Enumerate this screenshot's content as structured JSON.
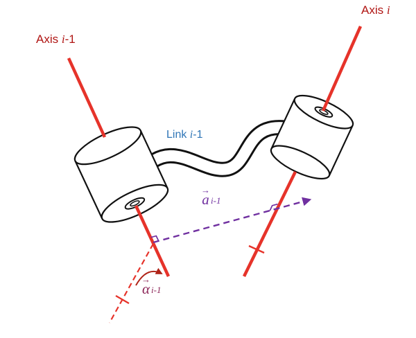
{
  "figure": {
    "description": "Denavit-Hartenberg link parameters diagram",
    "labels": {
      "axis_left": {
        "prefix": "Axis ",
        "variable": "i",
        "suffix": "-1"
      },
      "axis_right": {
        "prefix": "Axis ",
        "variable": "i",
        "suffix": ""
      },
      "link": {
        "prefix": "Link ",
        "variable": "i",
        "suffix": "-1"
      },
      "a_vector": {
        "arrow": "→",
        "symbol": "a",
        "subscript": "i-1"
      },
      "alpha_vector": {
        "arrow": "→",
        "symbol": "α",
        "subscript": "i-1"
      }
    },
    "colors": {
      "axis_line": "#e6332a",
      "axis_label": "#b01513",
      "link_label": "#2e75b6",
      "a_vector": "#7030a0",
      "alpha_label": "#8b2457",
      "outline": "#111111",
      "background": "#ffffff"
    }
  }
}
